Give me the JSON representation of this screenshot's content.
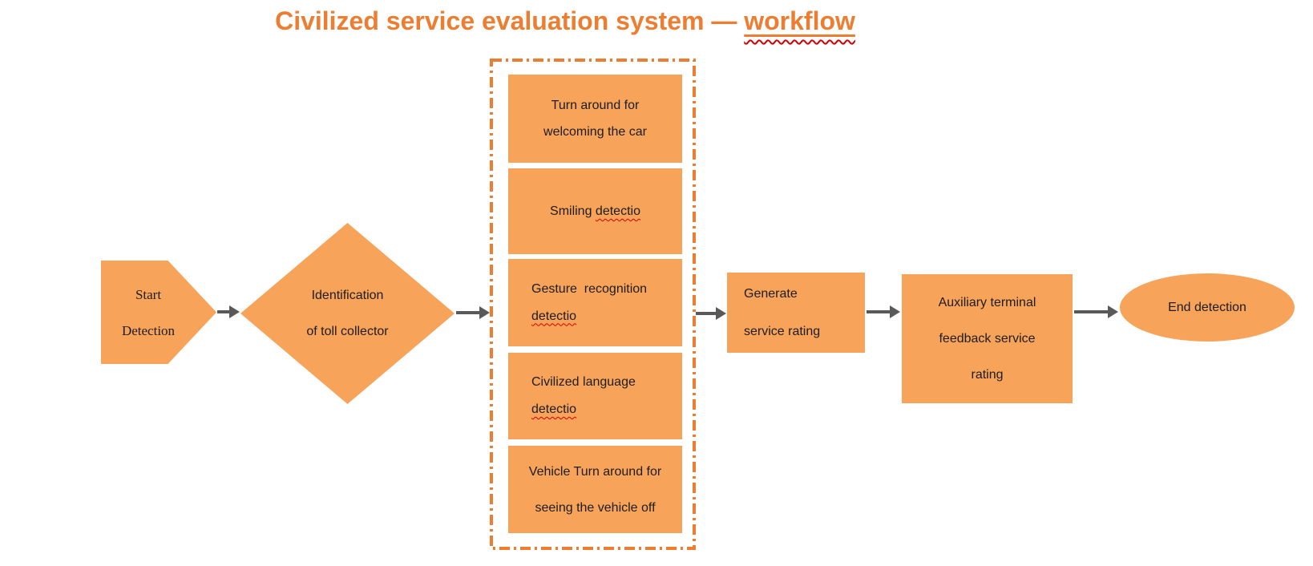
{
  "title": {
    "prefix": "Civilized service evaluation system — ",
    "emphasis": "workflow"
  },
  "nodes": {
    "start": {
      "line1": "Start",
      "line2": "Detection"
    },
    "decision": {
      "line1": "Identification",
      "line2": "of toll collector"
    },
    "detections": {
      "step1": {
        "line1": "Turn around for",
        "line2": "welcoming the car"
      },
      "step2": {
        "prefix": "Smiling ",
        "misspelled": "detectio"
      },
      "step3": {
        "line1": "Gesture  recognition",
        "misspelled": "detectio"
      },
      "step4": {
        "line1": "Civilized language",
        "misspelled": "detectio"
      },
      "step5": {
        "line1": "Vehicle Turn around for",
        "line2": "seeing the vehicle off"
      }
    },
    "generate": {
      "line1": "Generate",
      "line2": "service rating"
    },
    "auxiliary": {
      "line1": "Auxiliary terminal",
      "line2": "feedback service",
      "line3": "rating"
    },
    "end": {
      "label": "End detection"
    }
  },
  "colors": {
    "shape_fill": "#F7A45A",
    "accent_orange": "#ED7D31",
    "arrow_gray": "#595959",
    "spellcheck_red": "#D40000",
    "text": "#1C1C1C",
    "background": "#FFFFFF"
  }
}
